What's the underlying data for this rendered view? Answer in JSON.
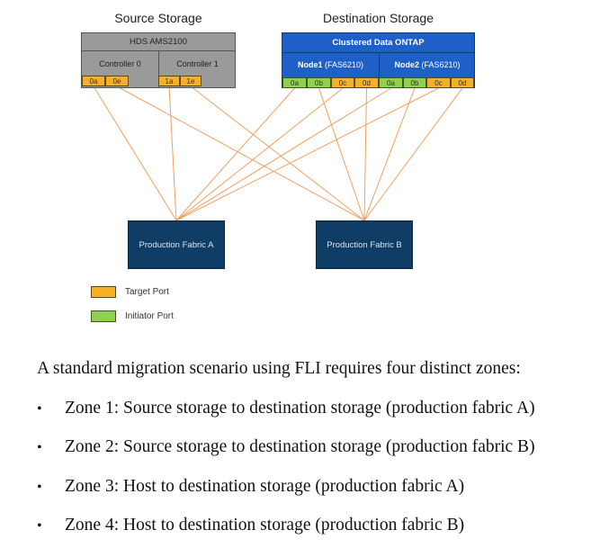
{
  "diagram": {
    "source": {
      "heading": "Source Storage",
      "array_name": "HDS AMS2100",
      "controllers": [
        {
          "id": "ctrl0",
          "label": "Controller 0",
          "ports": [
            {
              "label": "0a",
              "type": "target",
              "fabric": "A"
            },
            {
              "label": "0e",
              "type": "target",
              "fabric": "B"
            }
          ]
        },
        {
          "id": "ctrl1",
          "label": "Controller 1",
          "ports": [
            {
              "label": "1a",
              "type": "target",
              "fabric": "A"
            },
            {
              "label": "1e",
              "type": "target",
              "fabric": "B"
            }
          ]
        }
      ]
    },
    "destination": {
      "heading": "Destination Storage",
      "cluster_name": "Clustered Data ONTAP",
      "nodes": [
        {
          "id": "node1",
          "name": "Node1",
          "model": "(FAS6210)",
          "ports": [
            {
              "label": "0a",
              "type": "initiator",
              "fabric": "A"
            },
            {
              "label": "0b",
              "type": "initiator",
              "fabric": "B"
            },
            {
              "label": "0c",
              "type": "target",
              "fabric": "A"
            },
            {
              "label": "0d",
              "type": "target",
              "fabric": "B"
            }
          ]
        },
        {
          "id": "node2",
          "name": "Node2",
          "model": "(FAS6210)",
          "ports": [
            {
              "label": "0a",
              "type": "initiator",
              "fabric": "A"
            },
            {
              "label": "0b",
              "type": "initiator",
              "fabric": "B"
            },
            {
              "label": "0c",
              "type": "target",
              "fabric": "A"
            },
            {
              "label": "0d",
              "type": "target",
              "fabric": "B"
            }
          ]
        }
      ]
    },
    "fabrics": [
      {
        "id": "A",
        "label": "Production Fabric A"
      },
      {
        "id": "B",
        "label": "Production Fabric B"
      }
    ],
    "legend": [
      {
        "label": "Target Port",
        "type": "target"
      },
      {
        "label": "Initiator Port",
        "type": "initiator"
      }
    ],
    "colors": {
      "target_port": "#f3b028",
      "initiator_port": "#8fd14f",
      "link": "#f0a060",
      "source_array": "#9a9a9a",
      "destination_array": "#1e60c8",
      "fabric": "#0f3d66"
    }
  },
  "text": {
    "intro": "A standard migration scenario using FLI requires four distinct zones:",
    "bullet_symbol": "•",
    "zones": [
      "Zone 1: Source storage to destination storage (production fabric A)",
      "Zone 2: Source storage to destination storage (production fabric B)",
      "Zone 3: Host to destination storage (production fabric A)",
      "Zone 4: Host to destination storage (production fabric B)"
    ]
  }
}
